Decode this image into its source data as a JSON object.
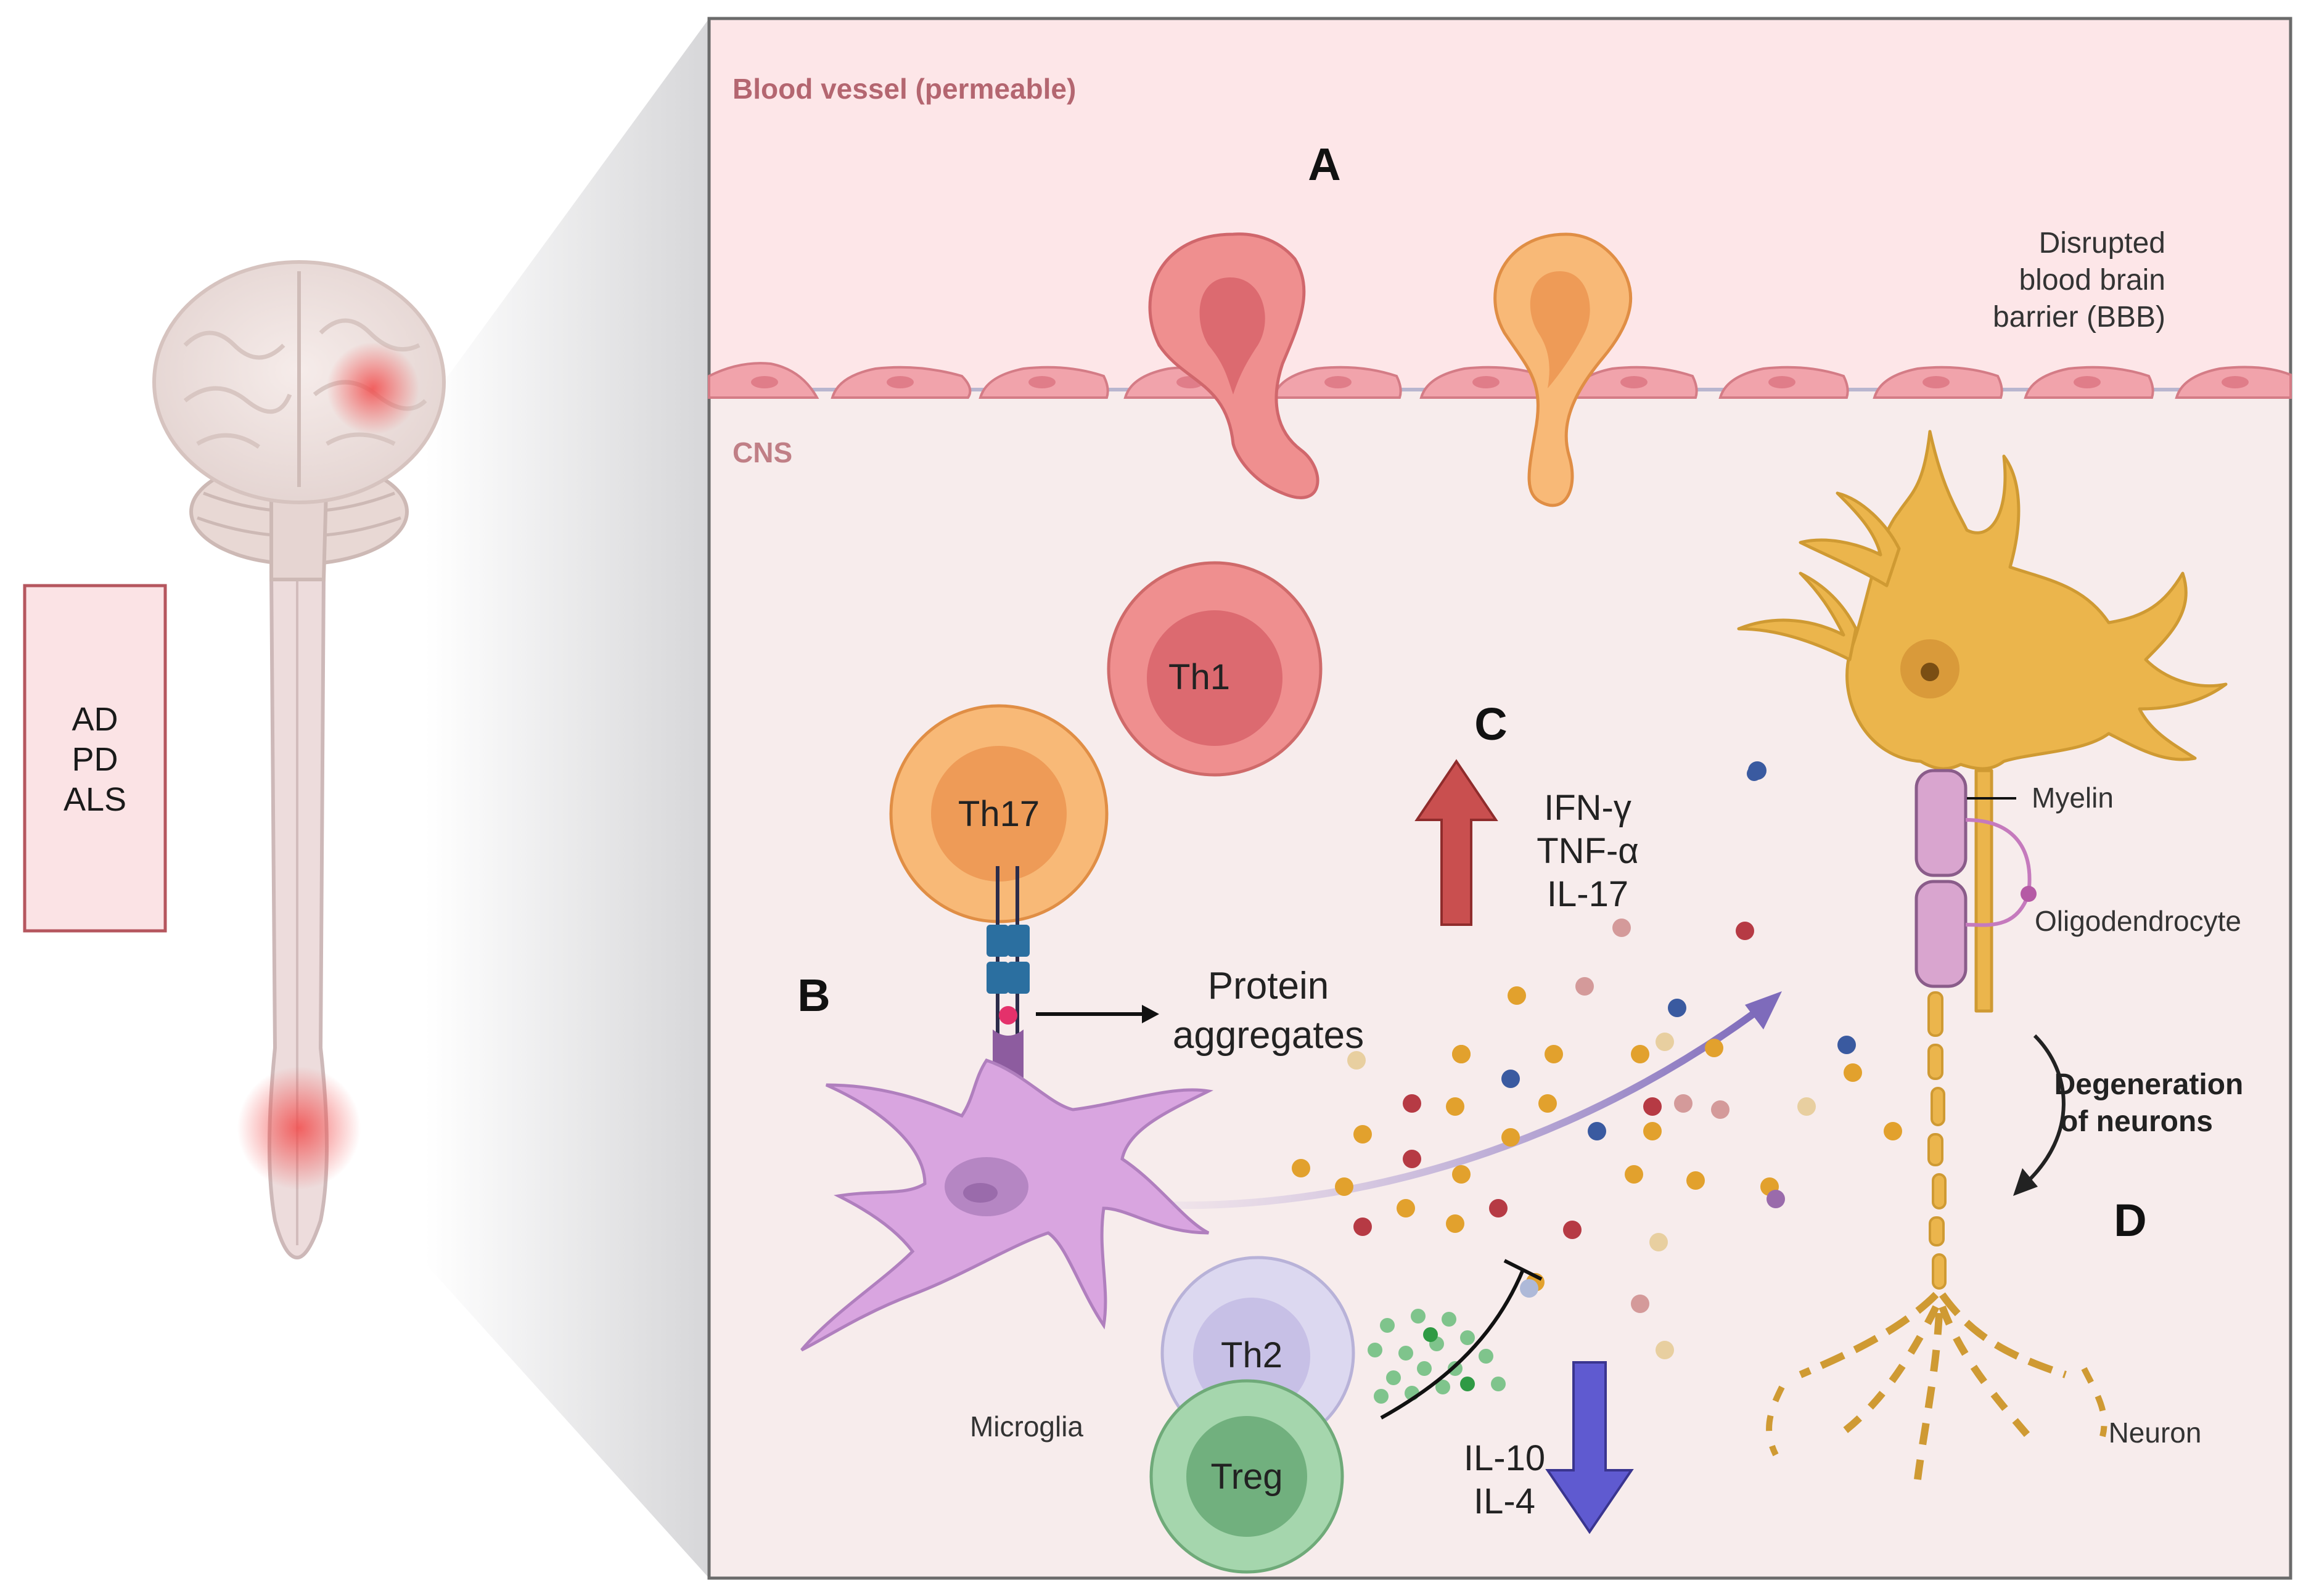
{
  "figure": {
    "disease_list": [
      "AD",
      "PD",
      "ALS"
    ],
    "regions": {
      "blood_vessel": "Blood vessel (permeable)",
      "cns": "CNS"
    },
    "panel_letters": {
      "a": "A",
      "b": "B",
      "c": "C",
      "d": "D"
    },
    "bbb_label": [
      "Disrupted",
      "blood brain",
      "barrier (BBB)"
    ],
    "cells": {
      "th1": "Th1",
      "th17": "Th17",
      "th2": "Th2",
      "treg": "Treg",
      "microglia": "Microglia",
      "neuron": "Neuron",
      "myelin": "Myelin",
      "oligodendrocyte": "Oligodendrocyte"
    },
    "protein_aggregates": [
      "Protein",
      "aggregates"
    ],
    "cytokines_up": [
      "IFN-γ",
      "TNF-α",
      "IL-17"
    ],
    "cytokines_down": [
      "IL-10",
      "IL-4"
    ],
    "degeneration_label": [
      "Degeneration",
      "of neurons"
    ]
  },
  "colors": {
    "vessel_bg": "#fde6e8",
    "cns_bg": "#f7ecec",
    "th1": "#ea8d8d",
    "th17": "#f6b877",
    "th2": "#d9d5ee",
    "treg": "#9fd2a7",
    "microglia": "#d4a2db",
    "neuron": "#e9b44a",
    "up_arrow": "#c74a4a",
    "down_arrow": "#5a55c8"
  }
}
